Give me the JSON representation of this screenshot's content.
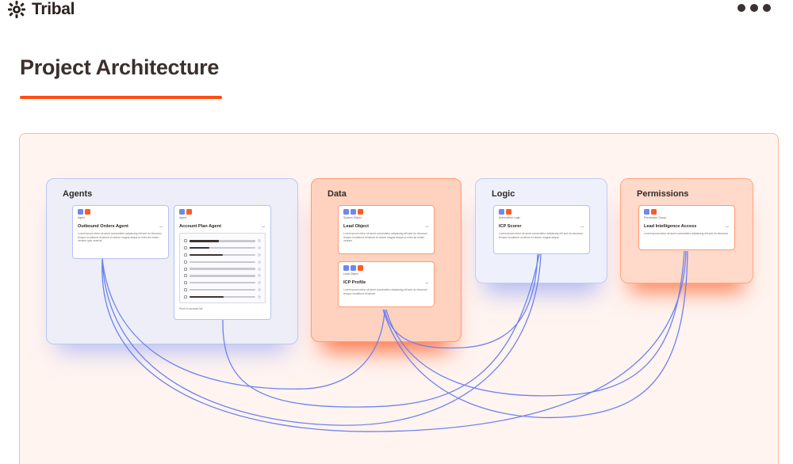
{
  "header": {
    "brand_name": "Tribal",
    "brand_icon": "sun-gear-logo-icon",
    "more_icon": "more-horizontal-icon"
  },
  "page": {
    "title": "Project Architecture"
  },
  "colors": {
    "accent": "#ff4f14",
    "link_line": "#6b82f0",
    "blue_group": "#edeef7",
    "orange_group": "#ffd2bf"
  },
  "groups": [
    {
      "label": "Agents",
      "nodes": [
        {
          "kind": "Agent",
          "title": "Outbound Orders Agent",
          "desc": "Lorem ipsum dolor sit amet consectetur adipiscing elit sed do eiusmod tempor incididunt ut labore et dolore magna aliqua ut enim ad minim veniam quis nostrud."
        },
        {
          "kind": "Agent",
          "title": "Account Plan Agent",
          "footer": "Push to account list",
          "checklist_progress": [
            0.45,
            0.3,
            0.5,
            0.0,
            0.0,
            0.0,
            0.0,
            0.0,
            0.52
          ]
        }
      ]
    },
    {
      "label": "Data",
      "nodes": [
        {
          "kind": "System Object",
          "title": "Lead Object",
          "desc": "Lorem ipsum dolor sit amet consectetur adipiscing elit sed do eiusmod tempor incididunt ut labore et dolore magna aliqua ut enim ad minim veniam."
        },
        {
          "kind": "Lead Object",
          "title": "ICP Profile",
          "desc": "Lorem ipsum dolor sit amet consectetur adipiscing elit sed do eiusmod tempor incididunt ut labore."
        }
      ]
    },
    {
      "label": "Logic",
      "nodes": [
        {
          "kind": "Automation Logic",
          "title": "ICP Scorer",
          "desc": "Lorem ipsum dolor sit amet consectetur adipiscing elit sed do eiusmod tempor incididunt ut labore et dolore magna aliqua."
        }
      ]
    },
    {
      "label": "Permissions",
      "nodes": [
        {
          "kind": "Permission Group",
          "title": "Lead Intelligence Access",
          "desc": "Lorem ipsum dolor sit amet consectetur adipiscing elit sed do eiusmod."
        }
      ]
    }
  ]
}
